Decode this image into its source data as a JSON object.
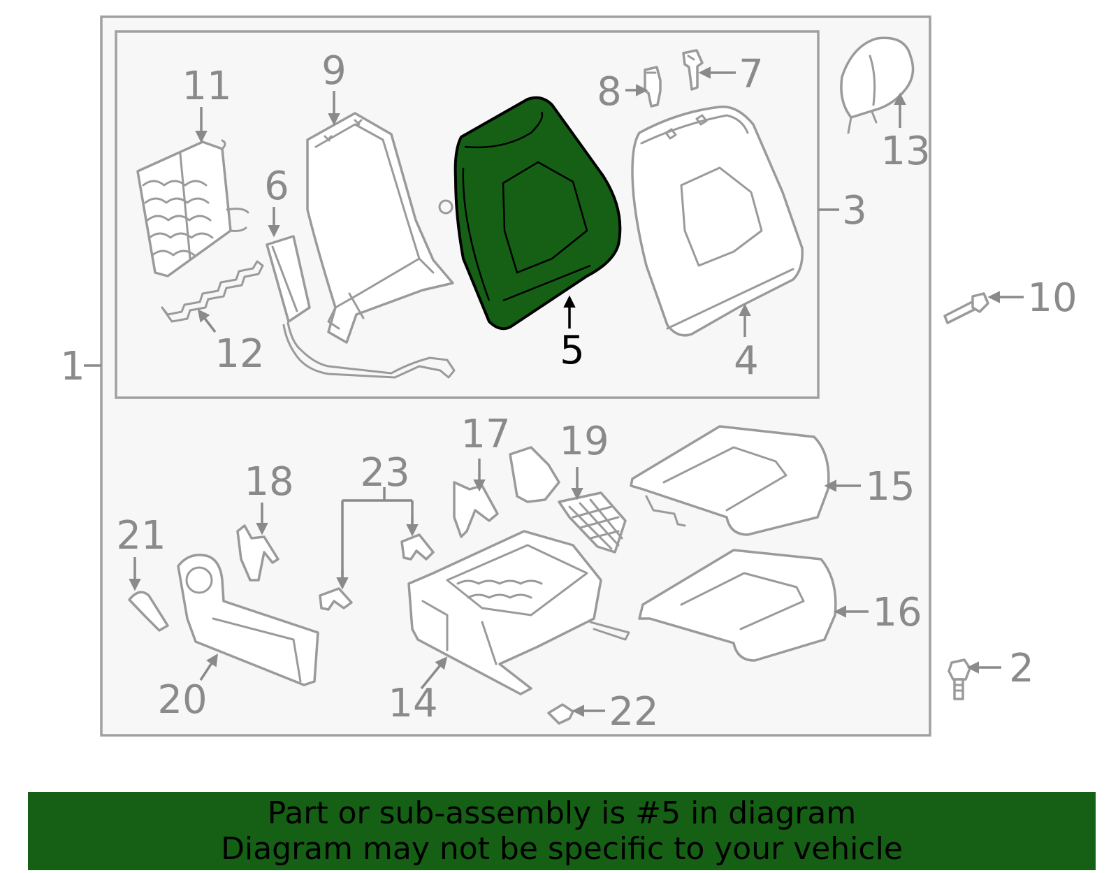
{
  "diagram": {
    "highlighted_part": "5",
    "highlight_color": "#156015",
    "callouts": [
      "1",
      "2",
      "3",
      "4",
      "5",
      "6",
      "7",
      "8",
      "9",
      "10",
      "11",
      "12",
      "13",
      "14",
      "15",
      "16",
      "17",
      "18",
      "19",
      "20",
      "21",
      "22",
      "23"
    ]
  },
  "banner": {
    "line1": "Part or sub-assembly is #5 in diagram",
    "line2": "Diagram may not be specific to your vehicle",
    "background": "#156015"
  }
}
